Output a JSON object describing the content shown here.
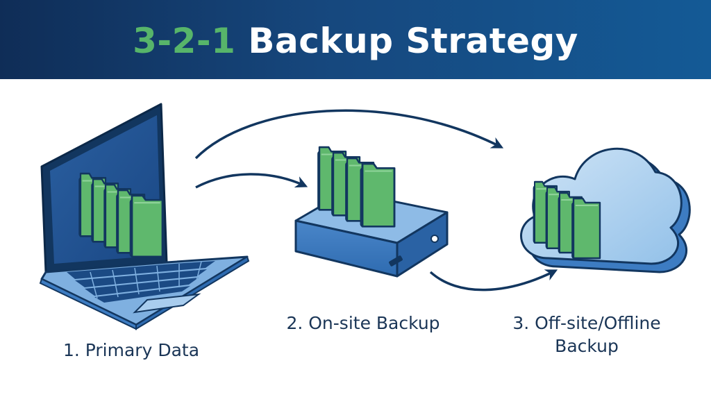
{
  "title": {
    "accent": "3-2-1",
    "rest": " Backup Strategy"
  },
  "labels": {
    "primary": "1. Primary Data",
    "onsite": "2. On-site Backup",
    "offsite_line1": "3. Off-site/Offline",
    "offsite_line2": "Backup"
  },
  "colors": {
    "banner_dark": "#0f2d57",
    "banner_light": "#145a96",
    "accent_green": "#57b56a",
    "outline": "#12365f",
    "device_blue": "#3d7cc2",
    "light_blue": "#a9cdee",
    "folder_green": "#5fb86d"
  },
  "icons": [
    "laptop-icon",
    "drive-icon",
    "cloud-icon",
    "folders-icon",
    "arrow-icon"
  ]
}
